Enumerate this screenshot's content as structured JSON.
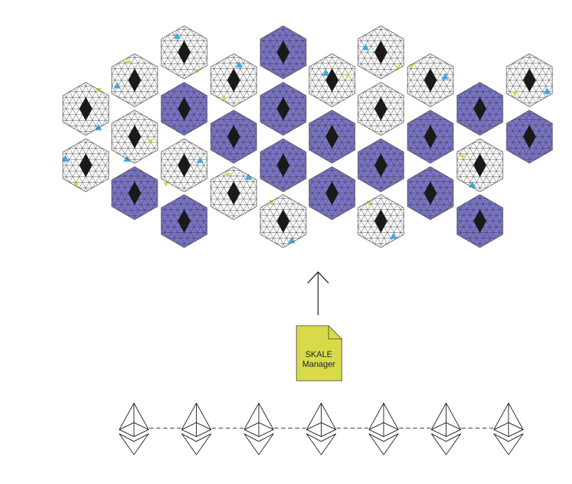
{
  "manager": {
    "line1": "SKALE",
    "line2": "Manager"
  },
  "colors": {
    "node_filled": "#7B75C9",
    "node_empty": "#FFFFFF",
    "node_outline": "#555555",
    "grid_line": "#3a3a3a",
    "diamond": "#1a1a1a",
    "accent_blue": "#3FA9E0",
    "accent_yellow": "#D6DA3D",
    "manager_fill": "#D7DB4A",
    "line": "#222222"
  },
  "nodes": [
    {
      "filled": false,
      "blue": [],
      "yellow": []
    },
    {
      "filled": false,
      "blue": [],
      "yellow": []
    },
    {
      "filled": false,
      "blue": [],
      "yellow": []
    },
    {
      "filled": false,
      "blue": [],
      "yellow": []
    },
    {
      "filled": true,
      "blue": [],
      "yellow": []
    },
    {
      "filled": false,
      "blue": [],
      "yellow": []
    },
    {
      "filled": true,
      "blue": [],
      "yellow": []
    },
    {
      "filled": false,
      "blue": [],
      "yellow": []
    },
    {
      "filled": true,
      "blue": [],
      "yellow": []
    },
    {
      "filled": false,
      "blue": [],
      "yellow": []
    },
    {
      "filled": true,
      "blue": [],
      "yellow": []
    },
    {
      "filled": false,
      "blue": [],
      "yellow": []
    },
    {
      "filled": true,
      "blue": [],
      "yellow": []
    },
    {
      "filled": true,
      "blue": [],
      "yellow": []
    },
    {
      "filled": true,
      "blue": [],
      "yellow": []
    },
    {
      "filled": false,
      "blue": [],
      "yellow": []
    },
    {
      "filled": false,
      "blue": [],
      "yellow": []
    },
    {
      "filled": true,
      "blue": [],
      "yellow": []
    },
    {
      "filled": true,
      "blue": [],
      "yellow": []
    },
    {
      "filled": false,
      "blue": [],
      "yellow": []
    },
    {
      "filled": false,
      "blue": [],
      "yellow": []
    },
    {
      "filled": true,
      "blue": [],
      "yellow": []
    },
    {
      "filled": false,
      "blue": [],
      "yellow": []
    },
    {
      "filled": false,
      "blue": [],
      "yellow": []
    },
    {
      "filled": true,
      "blue": [],
      "yellow": []
    },
    {
      "filled": true,
      "blue": [],
      "yellow": []
    },
    {
      "filled": true,
      "blue": [],
      "yellow": []
    },
    {
      "filled": false,
      "blue": [],
      "yellow": []
    },
    {
      "filled": true,
      "blue": [],
      "yellow": []
    },
    {
      "filled": false,
      "blue": [],
      "yellow": []
    },
    {
      "filled": true,
      "blue": [],
      "yellow": []
    }
  ],
  "ethereum_nodes": 7
}
